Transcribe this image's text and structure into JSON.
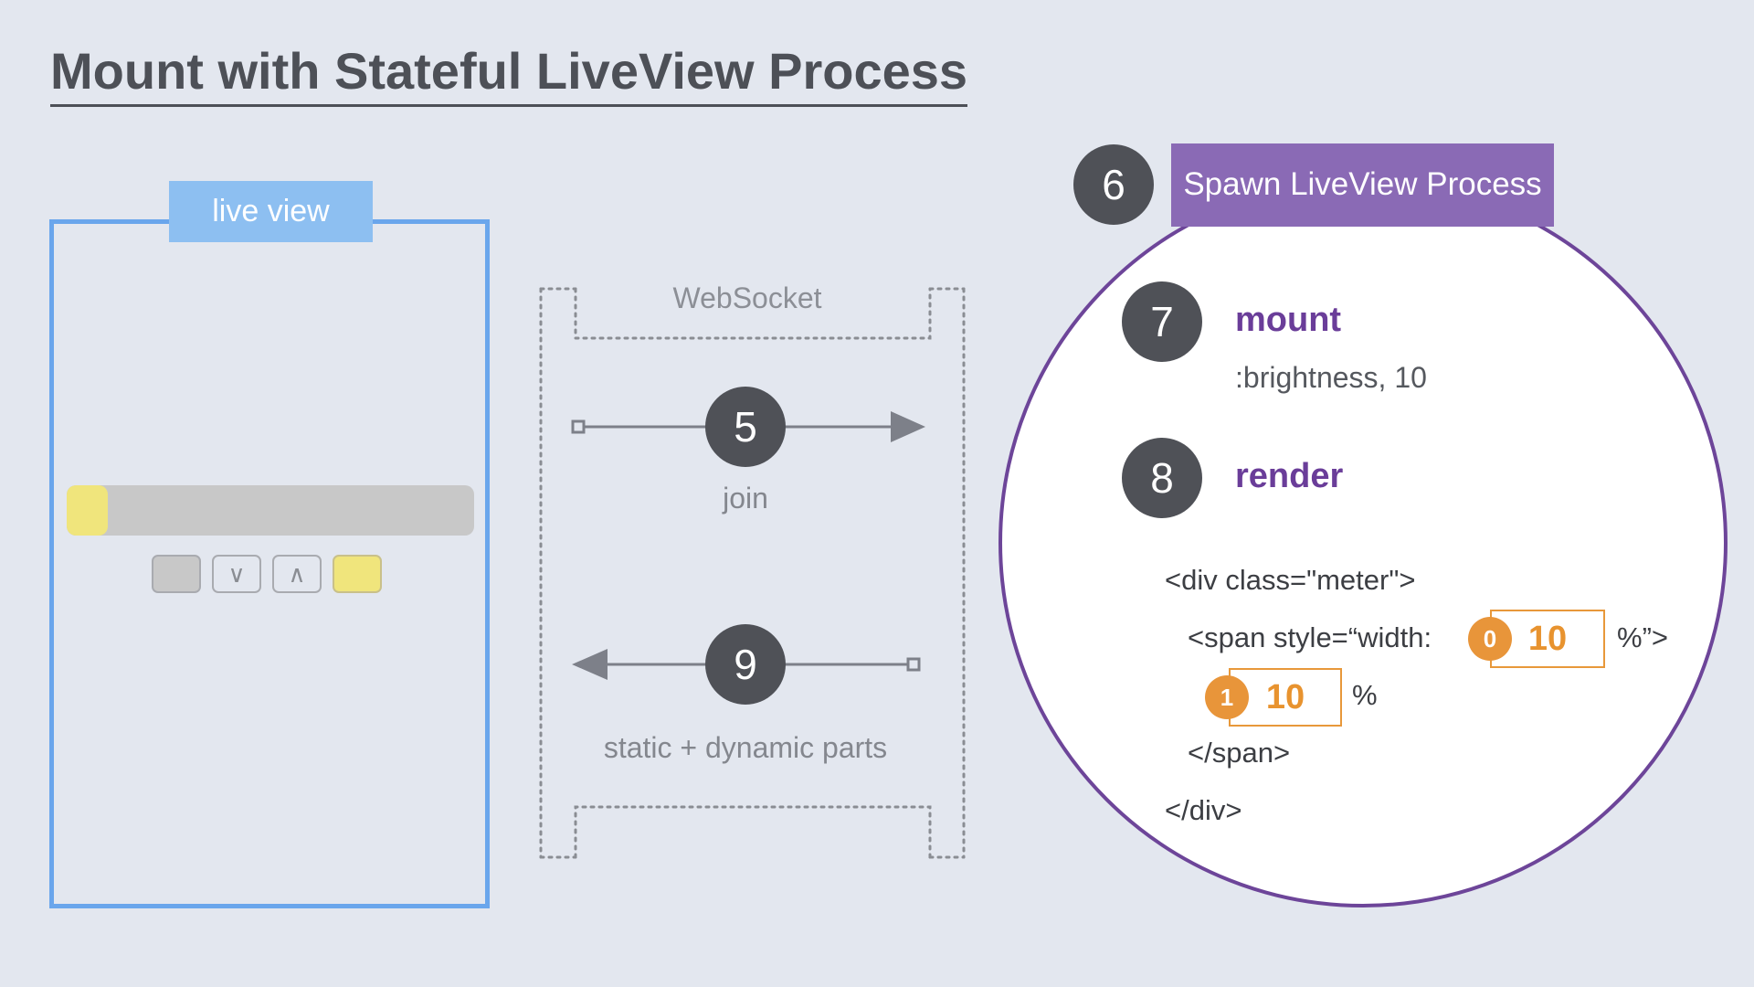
{
  "title": "Mount with Stateful LiveView Process",
  "live_view": {
    "tab_label": "live view",
    "meter_fraction": 0.1,
    "buttons": {
      "down": "∨",
      "up": "∧"
    }
  },
  "websocket": {
    "label": "WebSocket",
    "join": {
      "step": "5",
      "label": "join"
    },
    "reply": {
      "step": "9",
      "label": "static + dynamic parts"
    }
  },
  "process": {
    "spawn": {
      "step": "6",
      "label": "Spawn LiveView Process"
    },
    "mount": {
      "step": "7",
      "label": "mount",
      "args": ":brightness, 10"
    },
    "render": {
      "step": "8",
      "label": "render"
    },
    "code": {
      "line1": "<div class=\"meter\">",
      "line2_prefix": "<span style=“width:",
      "line2_suffix": "%”>",
      "line3_suffix": "%",
      "line4": "</span>",
      "line5": "</div>"
    },
    "dynamics": [
      {
        "index": "0",
        "value": "10"
      },
      {
        "index": "1",
        "value": "10"
      }
    ]
  },
  "colors": {
    "background": "#e3e7ef",
    "live_view_blue": "#6aa6ec",
    "process_purple": "#6a3d99",
    "dynamic_orange": "#e8953a",
    "meter_yellow": "#f0e57c"
  }
}
